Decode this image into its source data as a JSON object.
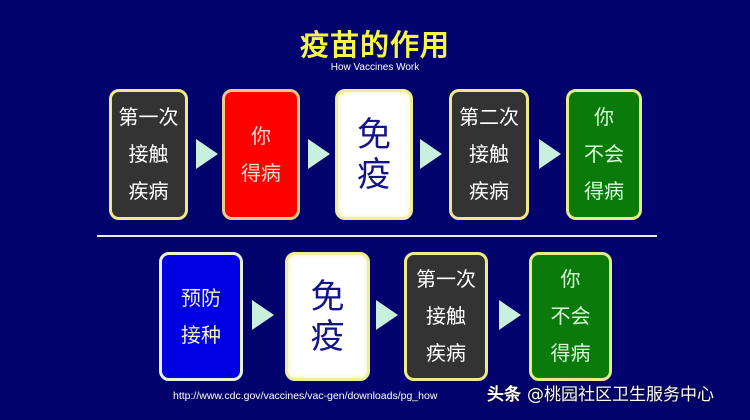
{
  "header": {
    "title": "疫苗的作用",
    "subtitle": "How Vaccines Work"
  },
  "top_row": {
    "boxes": [
      {
        "lines": [
          "第一次",
          "接触",
          "疾病"
        ],
        "color": "#333333"
      },
      {
        "lines": [
          "你",
          "得病"
        ],
        "color": "#ff0000"
      },
      {
        "lines": [
          "免",
          "疫"
        ],
        "color": "#ffffff"
      },
      {
        "lines": [
          "第二次",
          "接触",
          "疾病"
        ],
        "color": "#333333"
      },
      {
        "lines": [
          "你",
          "不会",
          "得病"
        ],
        "color": "#0a7a0a"
      }
    ]
  },
  "bottom_row": {
    "boxes": [
      {
        "lines": [
          "预防",
          "接种"
        ],
        "color": "#0000e0"
      },
      {
        "lines": [
          "免",
          "疫"
        ],
        "color": "#ffffff"
      },
      {
        "lines": [
          "第一次",
          "接触",
          "疾病"
        ],
        "color": "#333333"
      },
      {
        "lines": [
          "你",
          "不会",
          "得病"
        ],
        "color": "#0a7a0a"
      }
    ]
  },
  "footer": {
    "source_url": "http://www.cdc.gov/vaccines/vac-gen/downloads/pg_how",
    "watermark_brand": "头条",
    "watermark_account": "@桃园社区卫生服务中心"
  },
  "colors": {
    "background": "#03036e",
    "title": "#f5f54a",
    "arrow": "#c8f0dc",
    "box_border": "#efe98a"
  }
}
